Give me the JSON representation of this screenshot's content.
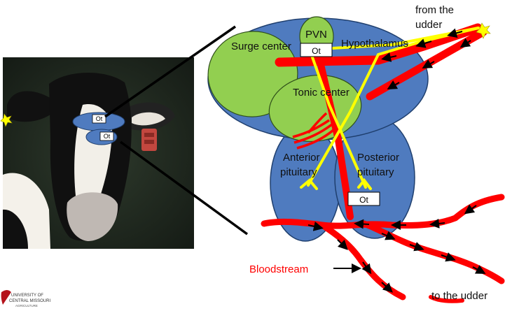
{
  "labels": {
    "pvn": "PVN",
    "surge_center": "Surge center",
    "hypothalamus": "Hypothalamus",
    "tonic_center": "Tonic center",
    "anterior_pituitary_1": "Anterior",
    "anterior_pituitary_2": "pituitary",
    "posterior_pituitary_1": "Posterior",
    "posterior_pituitary_2": "pituitary",
    "from_udder_1": "from the",
    "from_udder_2": "udder",
    "bloodstream": "Bloodstream",
    "to_udder": "to the udder"
  },
  "hormone_tags": {
    "pvn_tag": "Ot",
    "posterior_tag": "Ot",
    "cow_tag_upper": "Ot",
    "cow_tag_lower": "Ot"
  },
  "logo": {
    "line1": "UNIVERSITY OF",
    "line2": "CENTRAL MISSOURI",
    "line3": "AGRICULTURE"
  },
  "colors": {
    "structure_blue": "#4f7bbf",
    "center_green": "#92cf50",
    "nerve_yellow": "#ffff00",
    "vessel_red": "#ff0000",
    "arrow_black": "#000000"
  }
}
